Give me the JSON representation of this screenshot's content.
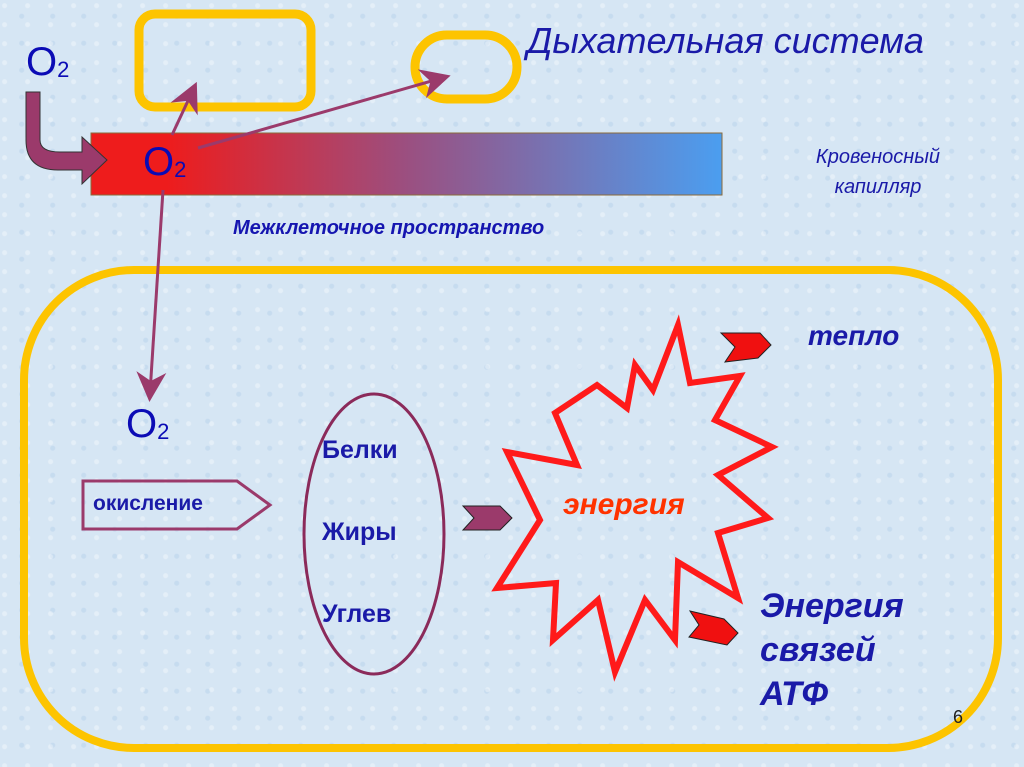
{
  "title": "Дыхательная система",
  "o2_main": "O",
  "o2_sub": "2",
  "capillary_label": "Кровеносный капилляр",
  "intercellular_label": "Межклеточное пространство",
  "oxidation_label": "окисление",
  "nutrients": [
    "Белки",
    "Жиры",
    "Углев"
  ],
  "energy_label": "энергия",
  "heat_label": "тепло",
  "atp_label": [
    "Энергия",
    "связей",
    "АТФ"
  ],
  "page_number": "6",
  "colors": {
    "blue_text": "#0b0bb5",
    "arrow": "#9b3a6b",
    "yellow": "#fdc400",
    "star": "#ff1a1a",
    "energy": "#ff3300"
  }
}
